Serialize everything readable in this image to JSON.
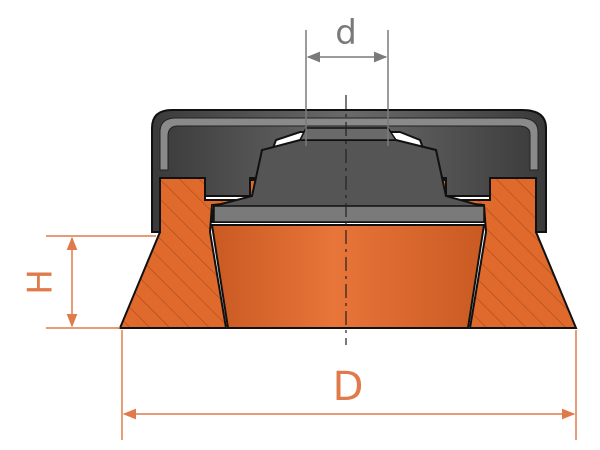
{
  "diagram": {
    "labels": {
      "inner_diameter": "d",
      "height": "H",
      "outer_diameter": "D"
    },
    "colors": {
      "rubber": "#e06a2c",
      "rubber_dark": "#b84a14",
      "metal_dark": "#4a4a4a",
      "metal_mid": "#6b6b6b",
      "metal_light": "#9a9a9a",
      "dimension_orange": "#e07a4a",
      "dimension_gray": "#7a7a7a",
      "outline": "#111111"
    }
  }
}
